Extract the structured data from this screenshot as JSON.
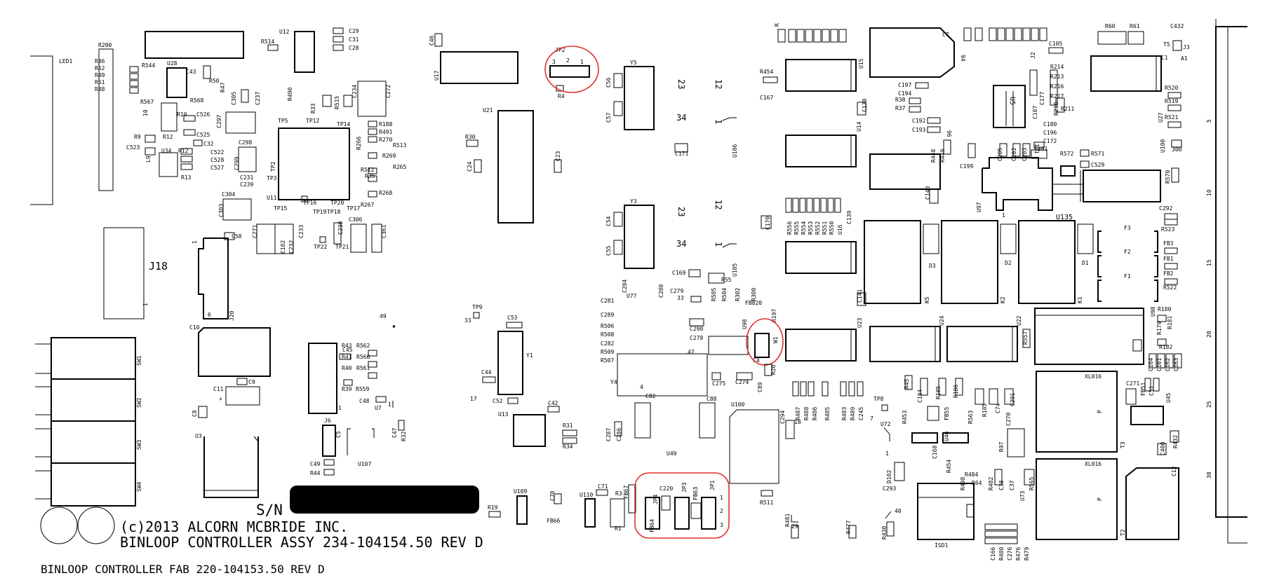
{
  "board": {
    "copyright": "(c)2013  ALCORN  MCBRIDE  INC.",
    "assembly": "BINLOOP  CONTROLLER  ASSY  234-104154.50  REV  D",
    "fab": "BINLOOP  CONTROLLER    FAB  220-104153.50  REV  D",
    "serial_label": "S/N"
  },
  "connectors": {
    "j18": "J18",
    "led1": "LED1",
    "j20": "J20",
    "j6": "J6"
  },
  "switches": [
    "SW1",
    "SW2",
    "SW3",
    "SW4"
  ],
  "jumpers": {
    "jp2": "JP2",
    "jp2_pins": [
      "3",
      "2",
      "1"
    ],
    "jp4": "JP4",
    "jp3": "JP3",
    "jp1": "JP1",
    "jp_pins": [
      "1",
      "2",
      "3"
    ],
    "w1": "W1"
  },
  "ics": {
    "u12": "U12",
    "u17": "U17",
    "u21": "U21",
    "u28": "U28",
    "u15": "U15",
    "u14": "U14",
    "u16": "U16",
    "u23": "U23",
    "u24": "U24",
    "u22": "U22",
    "u97": "U97",
    "u135": "U135",
    "u27": "U27",
    "u13": "U13",
    "u109": "U109",
    "u110": "U110",
    "u49": "U49",
    "u100": "U100",
    "u107": "U107",
    "u7": "U7",
    "u3": "U3",
    "u45": "U45",
    "u46": "U46",
    "u72": "U72",
    "u73": "U73",
    "u106": "U106",
    "u105": "U105",
    "u11": "U11",
    "u77": "U77",
    "u98": "U98"
  },
  "crystals": {
    "y5": "Y5",
    "y3": "Y3",
    "y1": "Y1",
    "y4": "Y4"
  },
  "relays": {
    "k5": "K5",
    "k2": "K2",
    "k1": "K1"
  },
  "diodes": {
    "d3": "D3",
    "d2": "D2",
    "d1": "D1"
  },
  "fuses": {
    "f3": "F3",
    "f2": "F2",
    "f1": "F1"
  },
  "transformers": {
    "t3": "T3",
    "t2": "T2",
    "t5": "T5"
  },
  "modules": {
    "xl016_a": "XL016",
    "xl016_b": "XL016",
    "p_mark": "P",
    "isd1": "ISD1"
  },
  "edge_connector": {
    "a1": "A1",
    "ticks": [
      "5",
      "10",
      "15",
      "20",
      "25",
      "30"
    ]
  },
  "resistors": [
    "R200",
    "R46",
    "R52",
    "R49",
    "R51",
    "R48",
    "R544",
    "R567",
    "R568",
    "R50",
    "R47",
    "R10",
    "R9",
    "R12",
    "R13",
    "R514",
    "R490",
    "R33",
    "R515",
    "R188",
    "R491",
    "R270",
    "R513",
    "R266",
    "R269",
    "R265",
    "R512",
    "R35",
    "R268",
    "R267",
    "R30",
    "R4",
    "R454",
    "R38",
    "R37",
    "R556",
    "R555",
    "R554",
    "R553",
    "R552",
    "R551",
    "R550",
    "R505",
    "R504",
    "R302",
    "R506",
    "R508",
    "R509",
    "R507",
    "R43",
    "R41",
    "R40",
    "R39",
    "R559",
    "R44",
    "R19",
    "R3",
    "R1",
    "R31",
    "R34",
    "R511",
    "R487",
    "R488",
    "R486",
    "R485",
    "R483",
    "R489",
    "R481",
    "R477",
    "R430",
    "R453",
    "R185",
    "R186",
    "R563",
    "R484",
    "R471",
    "R520",
    "R519",
    "R521",
    "R523",
    "R522",
    "R570",
    "R180",
    "R181",
    "R179",
    "R182",
    "R214",
    "R213",
    "R216",
    "R217",
    "R211",
    "R218",
    "R60",
    "R61",
    "R571",
    "R493",
    "R432",
    "R557"
  ],
  "capacitors": [
    "C29",
    "C31",
    "C28",
    "C46",
    "C43",
    "C305",
    "C237",
    "C297",
    "C526",
    "C525",
    "C523",
    "C522",
    "C528",
    "C527",
    "C32",
    "C298",
    "C299",
    "C231",
    "C239",
    "C304",
    "C303",
    "C271",
    "C102",
    "C232",
    "C233",
    "C230",
    "C306",
    "C361",
    "C234",
    "C272",
    "C56",
    "C57",
    "C171",
    "C23",
    "C24",
    "C54",
    "C55",
    "C169",
    "C167",
    "C197",
    "C194",
    "C192",
    "C193",
    "C140",
    "C170",
    "C141",
    "C138",
    "C290",
    "C270",
    "C279",
    "C281",
    "C289",
    "C282",
    "C284",
    "C280",
    "C53",
    "C44",
    "C52",
    "C42",
    "C45",
    "C48",
    "C47",
    "C49",
    "C8",
    "C11",
    "C9",
    "C10",
    "C82",
    "C88",
    "C275",
    "C274",
    "C287",
    "C286",
    "C70",
    "C71",
    "C89",
    "C294",
    "C293",
    "C291",
    "C184",
    "C168",
    "C166",
    "C276",
    "C105",
    "C107",
    "C177",
    "C196",
    "C180",
    "C172",
    "C199",
    "C205",
    "C202",
    "C203",
    "C201",
    "C529",
    "C292",
    "C164",
    "C161",
    "C162",
    "C163",
    "C12",
    "C1",
    "C7",
    "C432",
    "C400",
    "C271"
  ],
  "testpoints": [
    "TP5",
    "TP12",
    "TP14",
    "TP2",
    "TP3",
    "TP15",
    "TP16",
    "TP19",
    "TP18",
    "TP20",
    "TP17",
    "TP22",
    "TP21",
    "TP9",
    "TP8"
  ],
  "ferrites": [
    "FB63",
    "FB66",
    "FB64",
    "FB820",
    "FB3",
    "FB1",
    "FB2",
    "FB51",
    "FB55",
    "FB67"
  ],
  "misc_marks": [
    "23",
    "34",
    "12",
    "49",
    "33",
    "17",
    "47",
    "29",
    "40",
    "7",
    "18",
    "94",
    "96",
    "101"
  ]
}
